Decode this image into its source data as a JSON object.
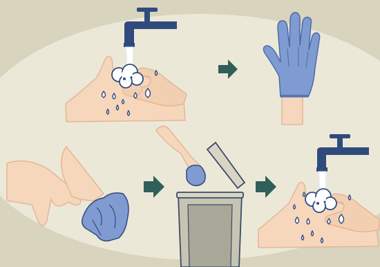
{
  "colors": {
    "background": "#d8d4bd",
    "ellipse": "#ece8d8",
    "skin": "#f6d7bc",
    "skin_outline": "#e2b796",
    "tap": "#2f4a7c",
    "water": "#ffffff",
    "droplet_outline": "#2f4a7c",
    "glove": "#7f9bd1",
    "glove_outline": "#4c6ba8",
    "arrow": "#2f5f58",
    "bin": "#c7c4b4",
    "bin_outline": "#3a4a66"
  },
  "steps": [
    {
      "name": "wash-hands-before",
      "icon": "hand-washing-icon"
    },
    {
      "name": "put-on-gloves",
      "icon": "blue-glove-icon"
    },
    {
      "name": "remove-gloves",
      "icon": "glove-removal-icon"
    },
    {
      "name": "dispose-gloves",
      "icon": "trash-bin-icon"
    },
    {
      "name": "wash-hands-after",
      "icon": "hand-washing-icon"
    }
  ],
  "arrows": [
    "arrow-right-icon",
    "arrow-right-icon",
    "arrow-right-icon"
  ]
}
